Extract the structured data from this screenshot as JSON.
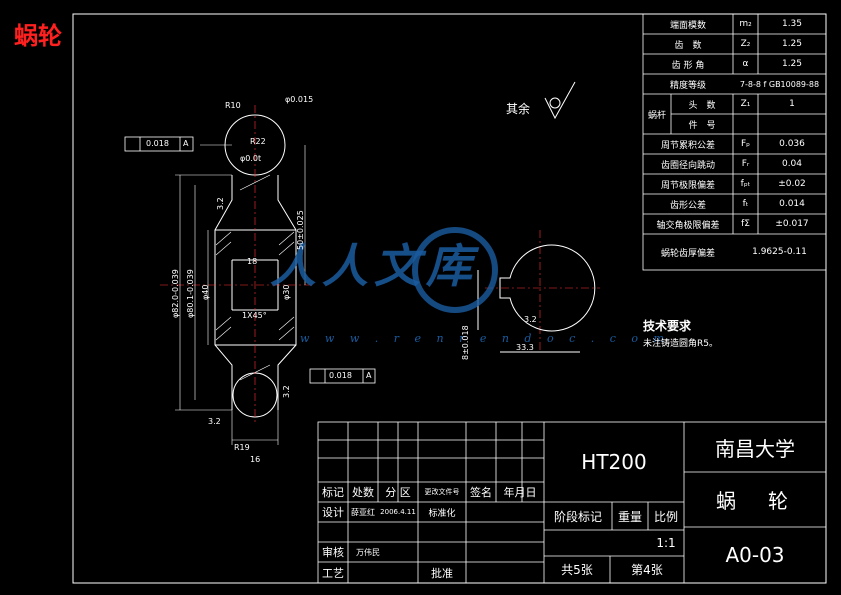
{
  "doc_title": "蜗轮",
  "surface_note": "其余",
  "watermark": {
    "text": "人人文库",
    "url": "w w w . r e n r e n d o c . c o m"
  },
  "colors": {
    "background": "#000000",
    "lines": "#ffffff",
    "title": "#ff2020",
    "watermark": "#1a5ca0",
    "center_lines": "#ff3030"
  },
  "params": [
    {
      "name": "端面模数",
      "symbol": "m₂",
      "value": "1.35"
    },
    {
      "name": "齿　数",
      "symbol": "Z₂",
      "value": "1.25"
    },
    {
      "name": "齿 形 角",
      "symbol": "α",
      "value": "1.25"
    },
    {
      "name": "精度等级",
      "symbol": "",
      "value": "7-8-8 f GB10089-88"
    },
    {
      "name": "蜗杆",
      "sub": "头　数",
      "symbol": "Z₁",
      "value": "1"
    },
    {
      "name": "",
      "sub": "件　号",
      "symbol": "",
      "value": ""
    },
    {
      "name": "周节累积公差",
      "symbol": "Fₚ",
      "value": "0.036"
    },
    {
      "name": "齿圈径向跳动",
      "symbol": "Fᵣ",
      "value": "0.04"
    },
    {
      "name": "周节极限偏差",
      "symbol": "fₚₜ",
      "value": "±0.02"
    },
    {
      "name": "齿形公差",
      "symbol": "fₜ",
      "value": "0.014"
    },
    {
      "name": "轴交角极限偏差",
      "symbol": "fΣ",
      "value": "±0.017"
    },
    {
      "name": "蜗轮齿厚偏差",
      "symbol": "",
      "value": "1.9625-0.11"
    }
  ],
  "dims": {
    "r10": "R10",
    "phi_top": "φ0.015",
    "r22": "R22",
    "phi_top2": "φ0.0t",
    "tol1": "0.018",
    "datum": "A",
    "d82": "φ82.0-0.039",
    "d80": "φ80.1-0.039",
    "d40": "φ40",
    "d30": "φ30",
    "len18": "18",
    "chamfer": "1X45°",
    "h50": "50±0.025",
    "tol2": "0.018",
    "r3a": "3.2",
    "r3b": "3.2",
    "r3c": "3.2",
    "r19": "R19",
    "w16": "16",
    "key8": "8±0.018",
    "d333": "33.3",
    "r32": "3.2"
  },
  "tech": {
    "title": "技术要求",
    "line1": "未注铸造圆角R5。"
  },
  "title_block": {
    "material": "HT200",
    "school": "南昌大学",
    "part_name": "蜗　轮",
    "drawing_no": "A0-03",
    "stage": "阶段标记",
    "weight": "重量",
    "scale_label": "比例",
    "scale": "1:1",
    "sheets_total": "共5张",
    "sheet_no": "第4张",
    "mark": "标记",
    "count": "处数",
    "zone": "分 区",
    "change_doc": "更改文件号",
    "sign": "签名",
    "date": "年月日",
    "design": "设计",
    "designer": "薛亚红",
    "design_date": "2006.4.11",
    "standard": "标准化",
    "check": "审核",
    "checker": "万伟民",
    "craft": "工艺",
    "approve": "批准"
  }
}
